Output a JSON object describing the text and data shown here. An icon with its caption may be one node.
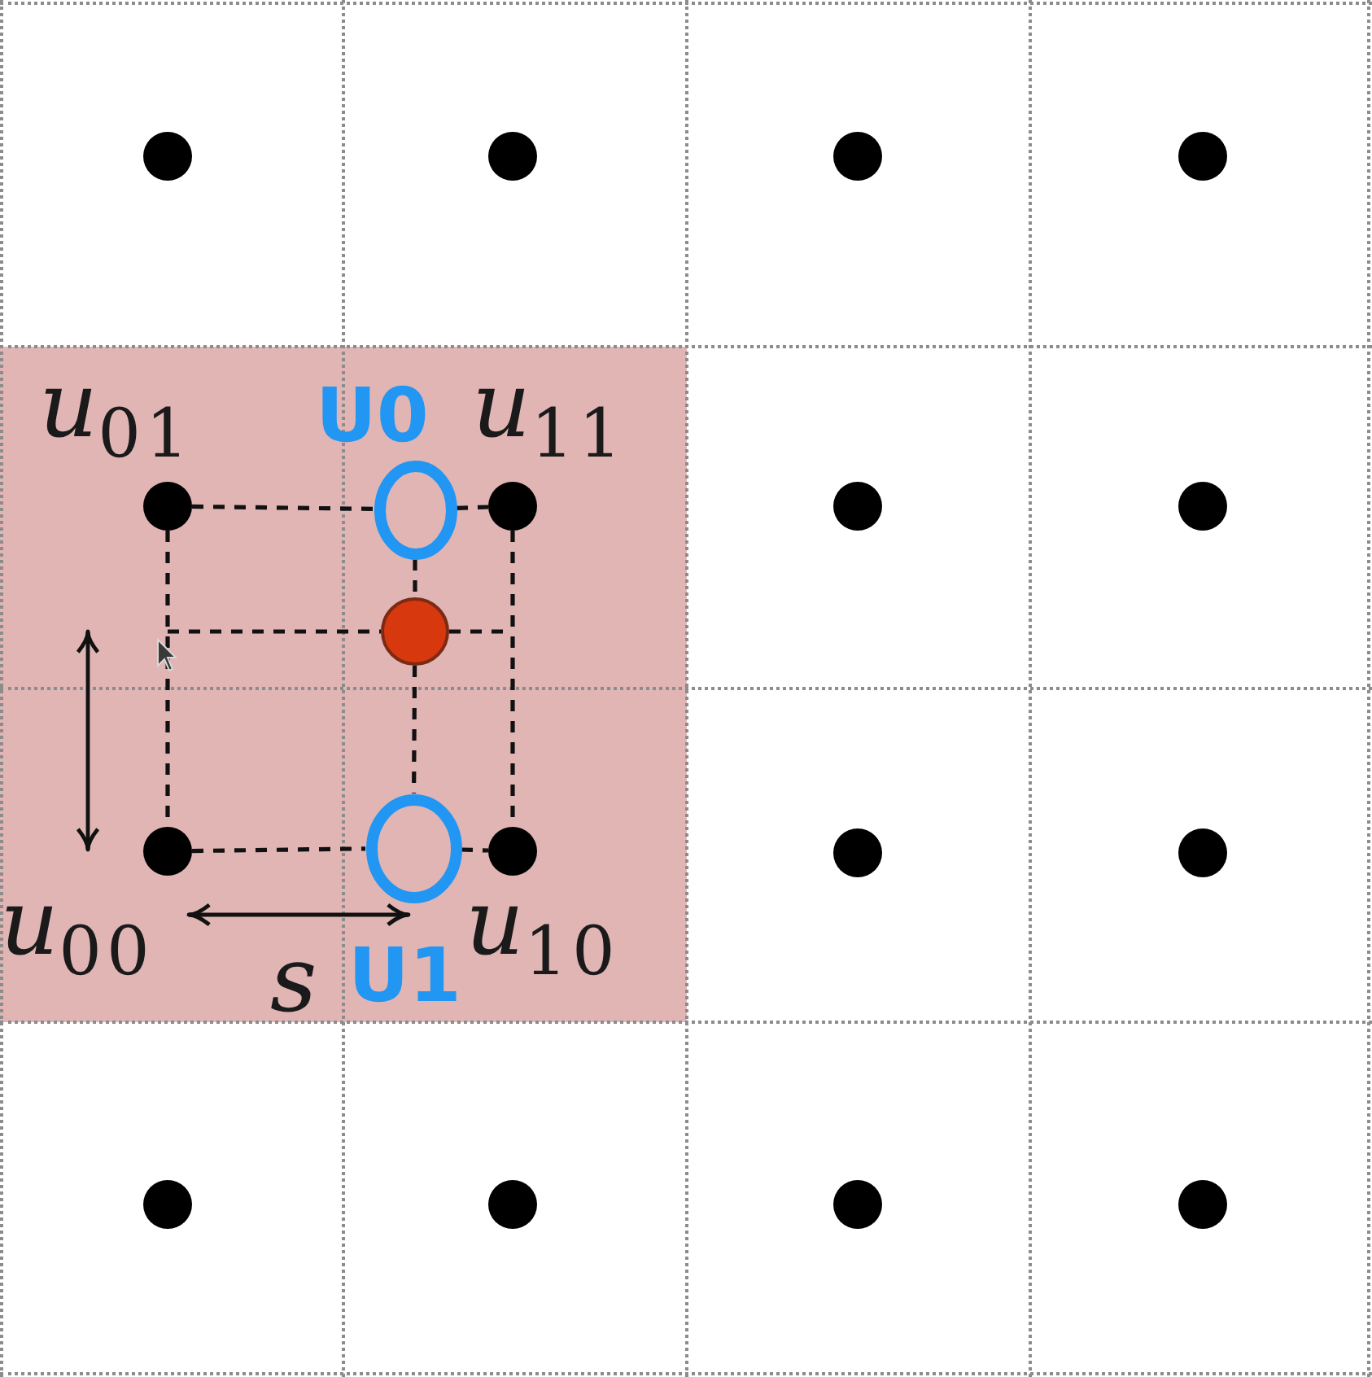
{
  "diagram": {
    "nodes": [
      {
        "text": [],
        "shape": "circle"
      },
      {
        "text": [],
        "shape": "circle"
      },
      {
        "text": [],
        "shape": "circle"
      },
      {
        "text": [],
        "shape": "circle"
      },
      {
        "text": [],
        "shape": "circle",
        "beside": [
          "*u*$_{01}$"
        ]
      },
      {
        "text": [],
        "shape": "circle",
        "beside": [
          "U0"
        ]
      },
      {
        "text": [],
        "shape": "circle",
        "beside": [
          "*u*$_{11}$"
        ]
      },
      {
        "text": [],
        "shape": "circle"
      },
      {
        "text": [],
        "shape": "circle"
      },
      {
        "text": [],
        "shape": "circle"
      },
      {
        "text": [],
        "shape": "circle",
        "beside": [
          "*u*$_{00}$"
        ]
      },
      {
        "text": [],
        "shape": "circle",
        "beside": [
          "U1"
        ]
      },
      {
        "text": [],
        "shape": "circle",
        "beside": [
          "*u*$_{10}$"
        ]
      },
      {
        "text": [],
        "shape": "circle"
      },
      {
        "text": [],
        "shape": "circle"
      },
      {
        "text": [],
        "shape": "circle"
      },
      {
        "text": [],
        "shape": "circle"
      },
      {
        "text": [],
        "shape": "circle"
      },
      {
        "text": [],
        "shape": "circle"
      }
    ],
    "edges": [
      {
        "from": 4,
        "to": 5,
        "arrow": "none",
        "style": "dashed"
      },
      {
        "from": 5,
        "to": 6,
        "arrow": "none",
        "style": "dashed"
      },
      {
        "from": 4,
        "to": 10,
        "arrow": "none",
        "style": "dashed"
      },
      {
        "from": 6,
        "to": 12,
        "arrow": "none",
        "style": "dashed"
      },
      {
        "from": 10,
        "to": 11,
        "arrow": "none",
        "style": "dashed"
      },
      {
        "from": 11,
        "to": 12,
        "arrow": "none",
        "style": "dashed"
      },
      {
        "from": 5,
        "to": 9,
        "arrow": "none",
        "style": "dashed"
      },
      {
        "from": 9,
        "to": 11,
        "arrow": "none",
        "style": "dashed"
      },
      {
        "from": null,
        "to": 9,
        "arrow": "none",
        "style": "dashed"
      },
      {
        "from": 9,
        "to": null,
        "arrow": "none",
        "style": "dashed"
      }
    ],
    "labels": [
      "s"
    ]
  }
}
